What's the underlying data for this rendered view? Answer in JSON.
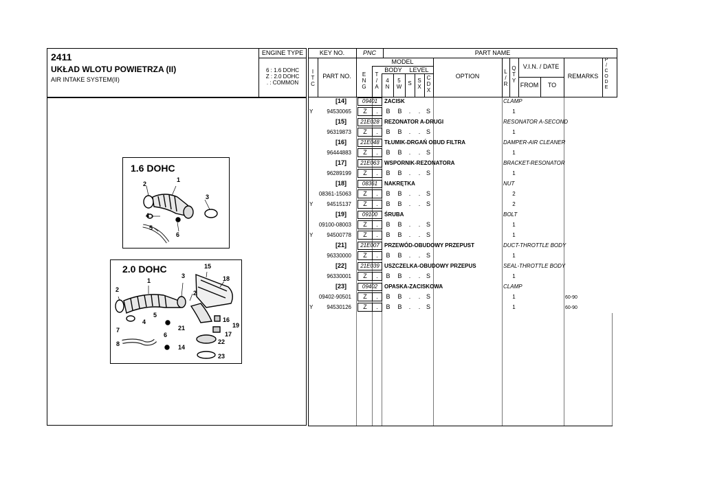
{
  "header": {
    "section_code": "2411",
    "title_pl": "UKŁAD WLOTU POWIETRZA (II)",
    "title_en": "AIR INTAKE SYSTEM(II)",
    "engine_type_label": "ENGINE TYPE",
    "engine_codes": [
      "6 : 1.6 DOHC",
      "Z : 2.0 DOHC",
      ". : COMMON"
    ],
    "key_no_label": "KEY NO.",
    "pnc_label": "PNC",
    "part_name_label": "PART NAME",
    "itc_label": [
      "I",
      "T",
      "C"
    ],
    "part_no_label": "PART NO.",
    "model_label": "MODEL",
    "eng_label": [
      "E",
      "N",
      "G"
    ],
    "ta_label": [
      "T",
      "/",
      "A"
    ],
    "body_label": "BODY",
    "body_4n": [
      "4",
      "N"
    ],
    "body_5w": [
      "5",
      "W"
    ],
    "level_label": "LEVEL",
    "level_s": "S",
    "level_sx": [
      "S",
      "X"
    ],
    "level_cdx": [
      "C",
      "D",
      "X"
    ],
    "option_label": "OPTION",
    "lr_label": [
      "L",
      "/",
      "R"
    ],
    "qty_label": [
      "Q",
      "T",
      "Y"
    ],
    "vin_label": "V.I.N. / DATE",
    "from_label": "FROM",
    "to_label": "TO",
    "remarks_label": "REMARKS",
    "pcode_label": [
      "P",
      "/",
      "C",
      "O",
      "D",
      "E"
    ]
  },
  "diagrams": {
    "top_label": "1.6 DOHC",
    "top_callouts": [
      "1",
      "2",
      "3",
      "4",
      "5",
      "6"
    ],
    "bottom_label": "2.0 DOHC",
    "bottom_callouts": [
      "1",
      "2",
      "2",
      "3",
      "4",
      "5",
      "6",
      "7",
      "8",
      "14",
      "15",
      "16",
      "17",
      "18",
      "19",
      "21",
      "22",
      "23"
    ]
  },
  "groups": [
    {
      "key": "[14]",
      "pnc": "09401",
      "name_pl": "ZACISK",
      "name_en": "CLAMP",
      "rows": [
        {
          "itc": "Y",
          "part_no": "94530065",
          "eng": "Z",
          "ta": ".",
          "b4": "B",
          "b5": "B",
          "s": ".",
          "sx": ".",
          "cdx": "S",
          "qty": "1",
          "remarks": ""
        }
      ]
    },
    {
      "key": "[15]",
      "pnc": "21E028",
      "name_pl": "REZONATOR A-DRUGI",
      "name_en": "RESONATOR A-SECOND",
      "rows": [
        {
          "itc": "",
          "part_no": "96319873",
          "eng": "Z",
          "ta": ".",
          "b4": "B",
          "b5": "B",
          "s": ".",
          "sx": ".",
          "cdx": "S",
          "qty": "1",
          "remarks": ""
        }
      ]
    },
    {
      "key": "[16]",
      "pnc": "21E048",
      "name_pl": "TŁUMIK-DRGAŃ OBUD FILTRA",
      "name_en": "DAMPER-AIR CLEANER",
      "rows": [
        {
          "itc": "",
          "part_no": "96444883",
          "eng": "Z",
          "ta": ".",
          "b4": "B",
          "b5": "B",
          "s": ".",
          "sx": ".",
          "cdx": "S",
          "qty": "1",
          "remarks": ""
        }
      ]
    },
    {
      "key": "[17]",
      "pnc": "21E063",
      "name_pl": "WSPORNIK-REZONATORA",
      "name_en": "BRACKET-RESONATOR",
      "rows": [
        {
          "itc": "",
          "part_no": "96289199",
          "eng": "Z",
          "ta": ".",
          "b4": "B",
          "b5": "B",
          "s": ".",
          "sx": ".",
          "cdx": "S",
          "qty": "1",
          "remarks": ""
        }
      ]
    },
    {
      "key": "[18]",
      "pnc": "08361",
      "name_pl": "NAKRĘTKA",
      "name_en": "NUT",
      "rows": [
        {
          "itc": "",
          "part_no": "08361-15063",
          "eng": "Z",
          "ta": ".",
          "b4": "B",
          "b5": "B",
          "s": ".",
          "sx": ".",
          "cdx": "S",
          "qty": "2",
          "remarks": ""
        },
        {
          "itc": "Y",
          "part_no": "94515137",
          "eng": "Z",
          "ta": ".",
          "b4": "B",
          "b5": "B",
          "s": ".",
          "sx": ".",
          "cdx": "S",
          "qty": "2",
          "remarks": ""
        }
      ]
    },
    {
      "key": "[19]",
      "pnc": "09100",
      "name_pl": "ŚRUBA",
      "name_en": "BOLT",
      "rows": [
        {
          "itc": "",
          "part_no": "09100-08003",
          "eng": "Z",
          "ta": ".",
          "b4": "B",
          "b5": "B",
          "s": ".",
          "sx": ".",
          "cdx": "S",
          "qty": "1",
          "remarks": ""
        },
        {
          "itc": "Y",
          "part_no": "94500778",
          "eng": "Z",
          "ta": ".",
          "b4": "B",
          "b5": "B",
          "s": ".",
          "sx": ".",
          "cdx": "S",
          "qty": "1",
          "remarks": ""
        }
      ]
    },
    {
      "key": "[21]",
      "pnc": "21E007",
      "name_pl": "PRZEWÓD-OBUDOWY PRZEPUST",
      "name_en": "DUCT-THROTTLE BODY",
      "rows": [
        {
          "itc": "",
          "part_no": "96330000",
          "eng": "Z",
          "ta": ".",
          "b4": "B",
          "b5": "B",
          "s": ".",
          "sx": ".",
          "cdx": "S",
          "qty": "1",
          "remarks": ""
        }
      ]
    },
    {
      "key": "[22]",
      "pnc": "21E039",
      "name_pl": "USZCZELKA-OBUDOWY PRZEPUS",
      "name_en": "SEAL-THROTTLE BODY",
      "rows": [
        {
          "itc": "",
          "part_no": "96330001",
          "eng": "Z",
          "ta": ".",
          "b4": "B",
          "b5": "B",
          "s": ".",
          "sx": ".",
          "cdx": "S",
          "qty": "1",
          "remarks": ""
        }
      ]
    },
    {
      "key": "[23]",
      "pnc": "09402",
      "name_pl": "OPASKA-ZACISKOWA",
      "name_en": "CLAMP",
      "rows": [
        {
          "itc": "",
          "part_no": "09402-90501",
          "eng": "Z",
          "ta": ".",
          "b4": "B",
          "b5": "B",
          "s": ".",
          "sx": ".",
          "cdx": "S",
          "qty": "1",
          "remarks": "60-90"
        },
        {
          "itc": "Y",
          "part_no": "94530126",
          "eng": "Z",
          "ta": ".",
          "b4": "B",
          "b5": "B",
          "s": ".",
          "sx": ".",
          "cdx": "S",
          "qty": "1",
          "remarks": "60-90"
        }
      ]
    }
  ]
}
